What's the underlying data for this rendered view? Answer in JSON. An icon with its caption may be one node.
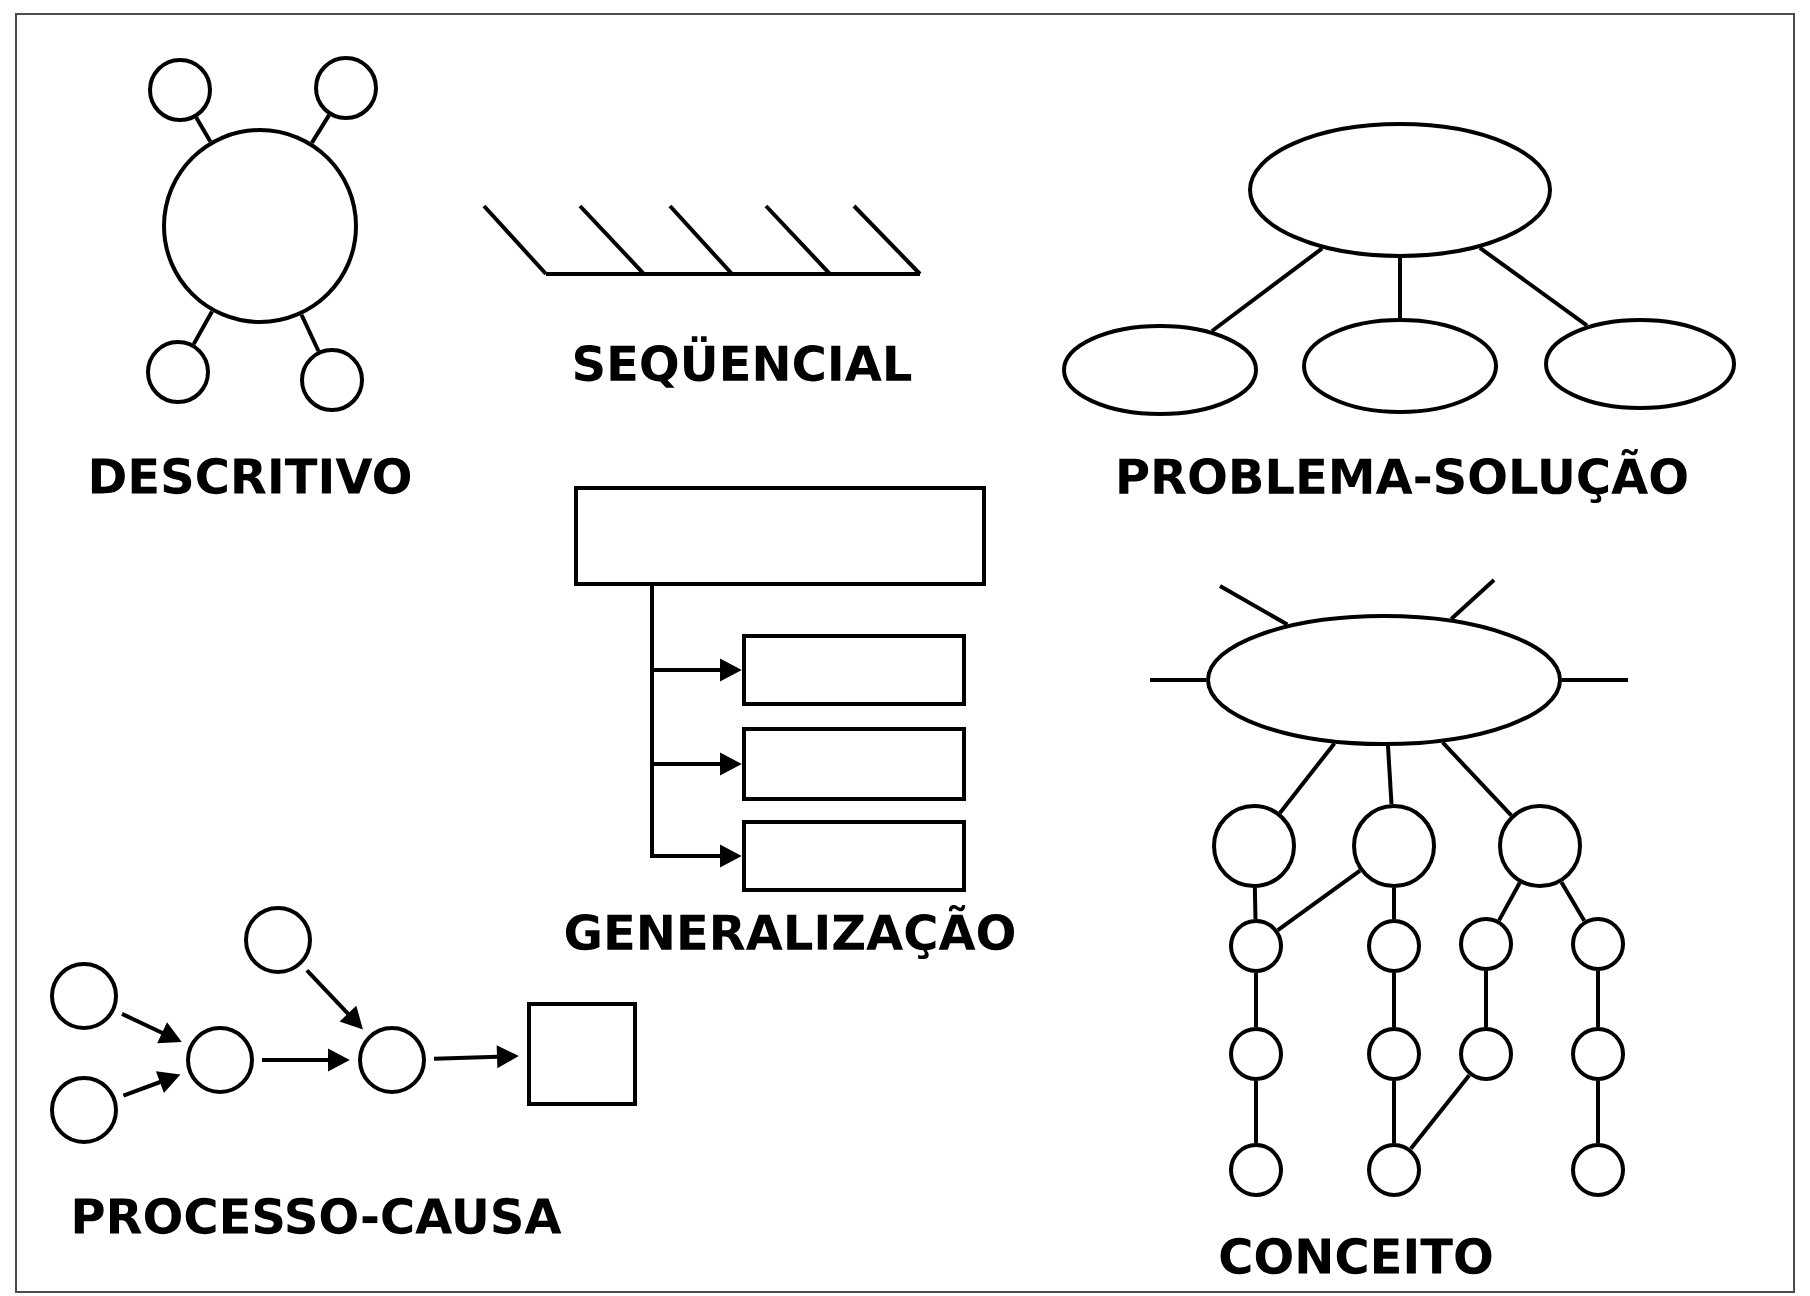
{
  "diagram": {
    "nodes": [
      {
        "text": [],
        "shape": "circle"
      },
      {
        "text": [],
        "shape": "circle"
      },
      {
        "text": [],
        "shape": "circle"
      },
      {
        "text": [],
        "shape": "circle"
      },
      {
        "text": [],
        "shape": "circle"
      },
      {
        "text": [],
        "shape": "ellipse"
      },
      {
        "text": [],
        "shape": "ellipse"
      },
      {
        "text": [],
        "shape": "ellipse"
      },
      {
        "text": [],
        "shape": "ellipse"
      },
      {
        "text": [],
        "shape": "box"
      },
      {
        "text": [],
        "shape": "box"
      },
      {
        "text": [],
        "shape": "box"
      },
      {
        "text": [],
        "shape": "box"
      },
      {
        "text": [],
        "shape": "ellipse"
      },
      {
        "text": [],
        "shape": "circle"
      },
      {
        "text": [],
        "shape": "circle"
      },
      {
        "text": [],
        "shape": "circle"
      },
      {
        "text": [],
        "shape": "circle"
      },
      {
        "text": [],
        "shape": "circle"
      },
      {
        "text": [],
        "shape": "circle"
      },
      {
        "text": [],
        "shape": "circle"
      },
      {
        "text": [],
        "shape": "circle"
      },
      {
        "text": [],
        "shape": "circle"
      },
      {
        "text": [],
        "shape": "circle"
      },
      {
        "text": [],
        "shape": "circle"
      },
      {
        "text": [],
        "shape": "circle"
      },
      {
        "text": [],
        "shape": "circle"
      },
      {
        "text": [],
        "shape": "circle"
      },
      {
        "text": [],
        "shape": "circle"
      },
      {
        "text": [],
        "shape": "circle"
      },
      {
        "text": [],
        "shape": "circle"
      },
      {
        "text": [],
        "shape": "circle"
      },
      {
        "text": [],
        "shape": "circle"
      },
      {
        "text": [],
        "shape": "box"
      }
    ],
    "edges": [
      {
        "from": 0,
        "to": 2,
        "arrow": "none"
      },
      {
        "from": 1,
        "to": 2,
        "arrow": "none"
      },
      {
        "from": 3,
        "to": 2,
        "arrow": "none"
      },
      {
        "from": 4,
        "to": 2,
        "arrow": "none"
      },
      {
        "from": 5,
        "to": 6,
        "arrow": "none"
      },
      {
        "from": 5,
        "to": 7,
        "arrow": "none"
      },
      {
        "from": 5,
        "to": 8,
        "arrow": "none"
      },
      {
        "from": 9,
        "to": 10,
        "arrow": "to"
      },
      {
        "from": 9,
        "to": 11,
        "arrow": "to"
      },
      {
        "from": 9,
        "to": 12,
        "arrow": "to"
      },
      {
        "from": 13,
        "to": 14,
        "arrow": "none"
      },
      {
        "from": 13,
        "to": 15,
        "arrow": "none"
      },
      {
        "from": 13,
        "to": 16,
        "arrow": "none"
      },
      {
        "from": 13,
        "to": null,
        "arrow": "none"
      },
      {
        "from": 13,
        "to": null,
        "arrow": "none"
      },
      {
        "from": 13,
        "to": null,
        "arrow": "none"
      },
      {
        "from": 13,
        "to": null,
        "arrow": "none"
      },
      {
        "from": 14,
        "to": 17,
        "arrow": "none"
      },
      {
        "from": 15,
        "to": 17,
        "arrow": "none"
      },
      {
        "from": 15,
        "to": 18,
        "arrow": "none"
      },
      {
        "from": 16,
        "to": 19,
        "arrow": "none"
      },
      {
        "from": 16,
        "to": 20,
        "arrow": "none"
      },
      {
        "from": 17,
        "to": 21,
        "arrow": "none"
      },
      {
        "from": 21,
        "to": 25,
        "arrow": "none"
      },
      {
        "from": 18,
        "to": 22,
        "arrow": "none"
      },
      {
        "from": 22,
        "to": 26,
        "arrow": "none"
      },
      {
        "from": 19,
        "to": 23,
        "arrow": "none"
      },
      {
        "from": 23,
        "to": 26,
        "arrow": "none"
      },
      {
        "from": 20,
        "to": 24,
        "arrow": "none"
      },
      {
        "from": 24,
        "to": 27,
        "arrow": "none"
      },
      {
        "from": 29,
        "to": 30,
        "arrow": "to"
      },
      {
        "from": 32,
        "to": 30,
        "arrow": "to"
      },
      {
        "from": 28,
        "to": 31,
        "arrow": "to"
      },
      {
        "from": 30,
        "to": 31,
        "arrow": "to"
      },
      {
        "from": 31,
        "to": 33,
        "arrow": "to"
      }
    ],
    "labels": [
      "DESCRITIVO",
      "SEQÜENCIAL",
      "PROBLEMA-SOLUÇÃO",
      "GENERALIZAÇÃO",
      "PROCESSO-CAUSA",
      "CONCEITO"
    ]
  }
}
